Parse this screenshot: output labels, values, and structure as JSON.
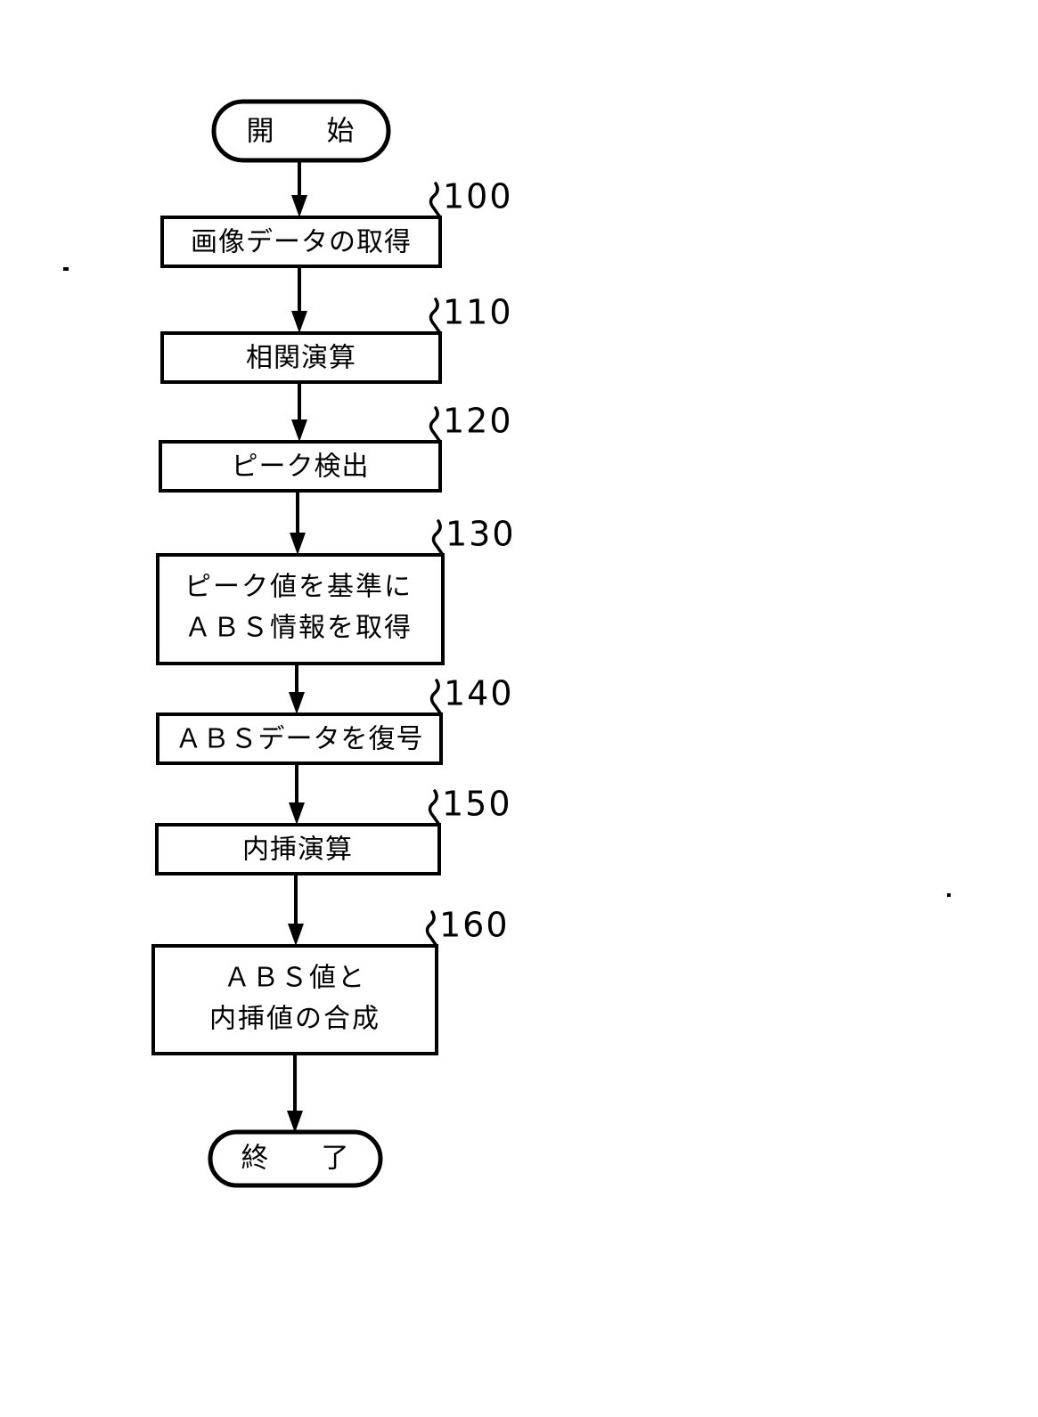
{
  "figure": {
    "type": "flowchart",
    "orientation": "vertical",
    "language": "ja"
  },
  "nodes": {
    "start": {
      "shape": "terminator",
      "label": "開　始"
    },
    "end": {
      "shape": "terminator",
      "label": "終　了"
    },
    "step_100": {
      "shape": "process",
      "ref": "100",
      "label": "画像データの取得"
    },
    "step_110": {
      "shape": "process",
      "ref": "110",
      "label": "相関演算"
    },
    "step_120": {
      "shape": "process",
      "ref": "120",
      "label": "ピーク検出"
    },
    "step_130": {
      "shape": "process",
      "ref": "130",
      "label_line1": "ピーク値を基準に",
      "label_line2": "ＡＢＳ情報を取得"
    },
    "step_140": {
      "shape": "process",
      "ref": "140",
      "label": "ＡＢＳデータを復号"
    },
    "step_150": {
      "shape": "process",
      "ref": "150",
      "label": "内挿演算"
    },
    "step_160": {
      "shape": "process",
      "ref": "160",
      "label_line1": "ＡＢＳ値と",
      "label_line2": "内挿値の合成"
    }
  },
  "flow_order": [
    "start",
    "step_100",
    "step_110",
    "step_120",
    "step_130",
    "step_140",
    "step_150",
    "step_160",
    "end"
  ],
  "colors": {
    "stroke": "#000000",
    "fill": "#ffffff",
    "background": "#ffffff"
  }
}
